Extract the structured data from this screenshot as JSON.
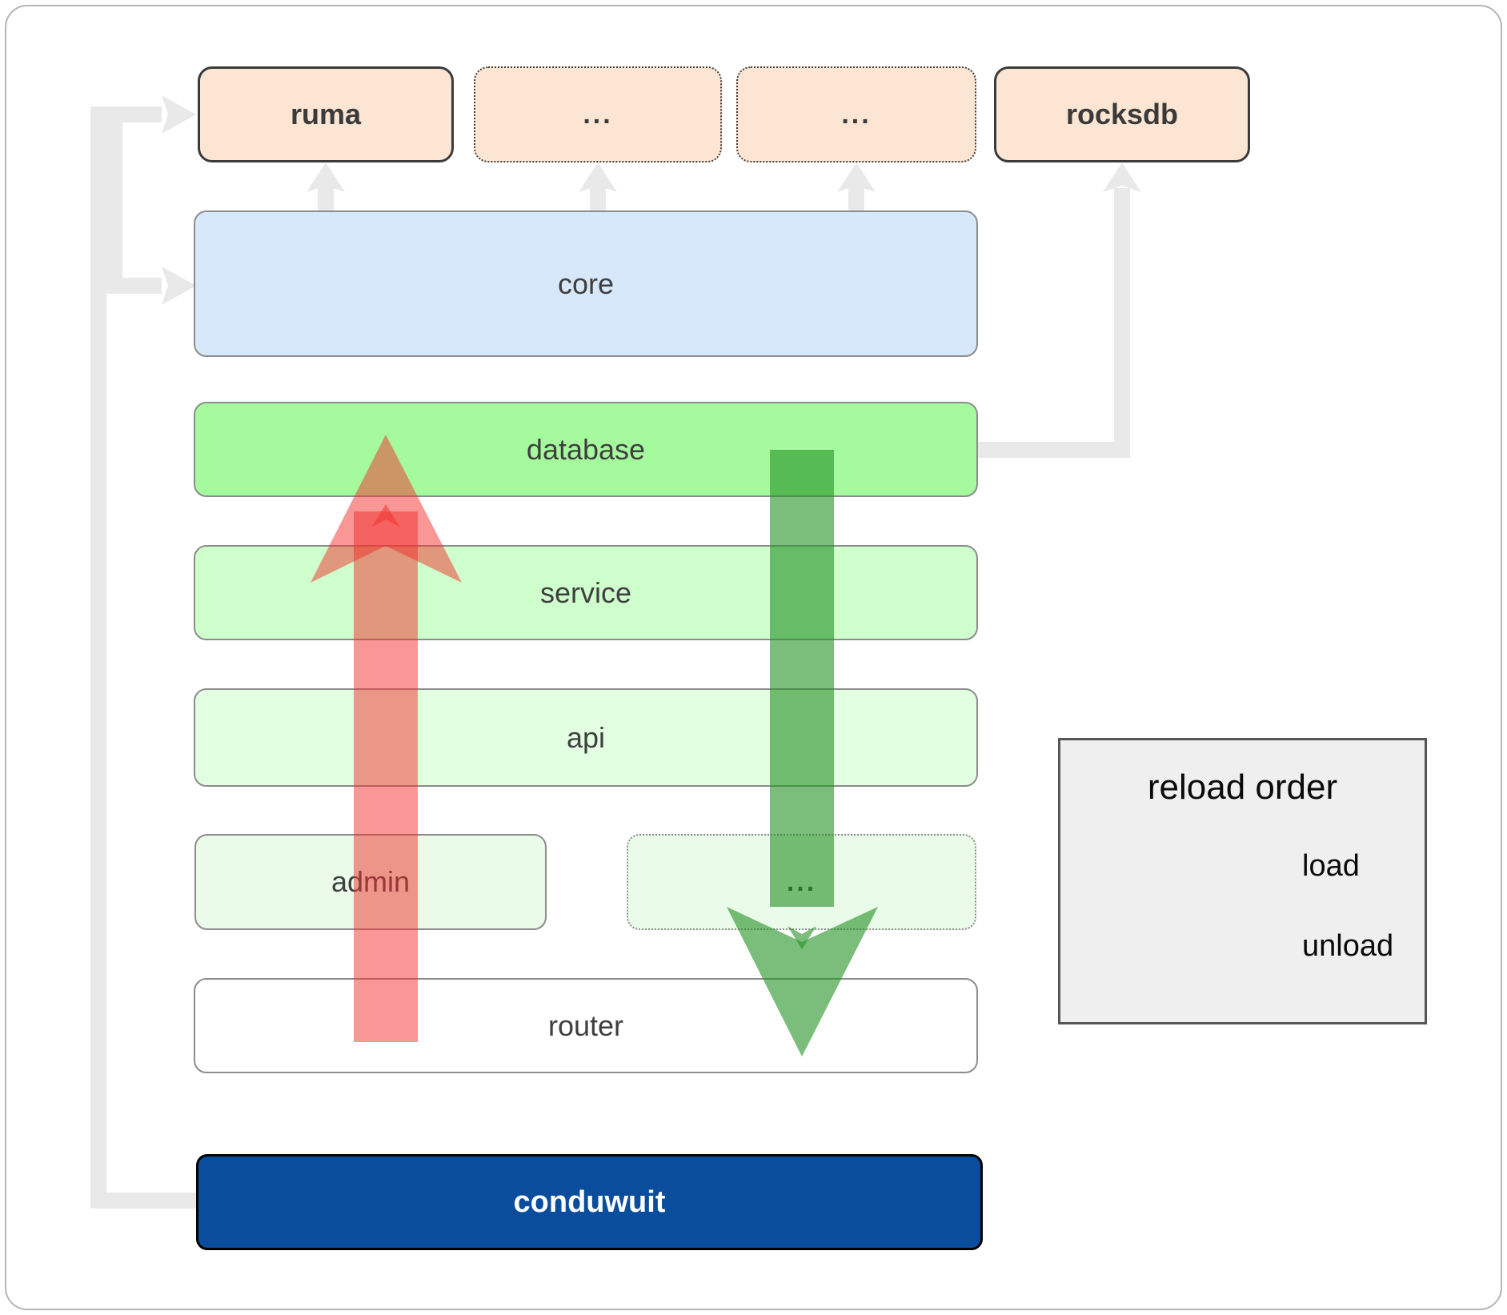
{
  "diagram": {
    "top_row": {
      "ruma": "ruma",
      "more_crates_1": "...",
      "more_crates_2": "...",
      "rocksdb": "rocksdb"
    },
    "layers": {
      "core": "core",
      "database": "database",
      "service": "service",
      "api": "api",
      "admin": "admin",
      "more_services": "...",
      "router": "router",
      "conduwuit": "conduwuit"
    }
  },
  "legend": {
    "title": "reload order",
    "load_label": "load",
    "unload_label": "unload"
  },
  "colors": {
    "crate_box_fill": "#fce5d3",
    "core_fill": "#d7e8fa",
    "database_fill": "#a6fa9e",
    "service_fill": "#ceffcc",
    "api_fill": "#e3ffe2",
    "admin_fill": "#eafbe9",
    "router_fill": "#ffffff",
    "conduwuit_fill": "#0a4d9c",
    "load_arrow": "#239123",
    "unload_arrow": "#f12f2b",
    "connector_gray": "#e9e9e9",
    "legend_bg": "#efefef"
  }
}
